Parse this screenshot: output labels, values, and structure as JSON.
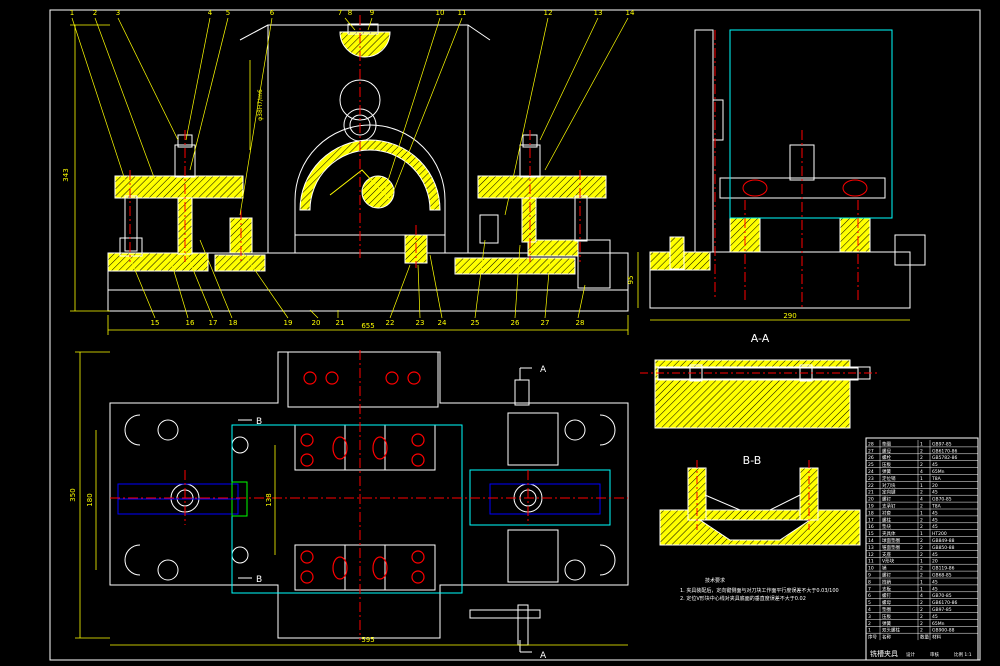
{
  "colors": {
    "background": "#000000",
    "frame": "#ffffff",
    "outline": "#ffffff",
    "hatch": "#ffff00",
    "center_line": "#ff0000",
    "hidden_line": "#00ffff",
    "dimension": "#ffff00",
    "blue_part": "#0000ff",
    "green_part": "#00ff00"
  },
  "balloons_top": [
    "1",
    "2",
    "3",
    "4",
    "5",
    "6",
    "7",
    "8",
    "9",
    "10",
    "11",
    "12",
    "13",
    "14"
  ],
  "balloons_bottom": [
    "15",
    "16",
    "17",
    "18",
    "19",
    "20",
    "21",
    "22",
    "23",
    "24",
    "25",
    "26",
    "27",
    "28"
  ],
  "section_labels": {
    "a_a": "A-A",
    "b_b": "B-B",
    "cut_a": "A",
    "cut_b": "B"
  },
  "dims": {
    "front_height": "343",
    "front_width": "655",
    "side_width": "290",
    "side_height": "95",
    "plan_width": "595",
    "plan_height": "350",
    "plan_inner": "180",
    "plan_center": "138",
    "bore": "φ38H7/m6"
  },
  "title_block": {
    "name": "铣槽夹具",
    "rows": [
      {
        "no": "28",
        "name": "垫圈",
        "qty": "1",
        "std": "GB97-85"
      },
      {
        "no": "27",
        "name": "螺母",
        "qty": "2",
        "std": "GB6170-86"
      },
      {
        "no": "26",
        "name": "螺栓",
        "qty": "2",
        "std": "GB5782-86"
      },
      {
        "no": "25",
        "name": "压板",
        "qty": "2",
        "std": "45"
      },
      {
        "no": "24",
        "name": "弹簧",
        "qty": "4",
        "std": "65Mn"
      },
      {
        "no": "23",
        "name": "定位销",
        "qty": "1",
        "std": "T8A"
      },
      {
        "no": "22",
        "name": "对刀块",
        "qty": "1",
        "std": "20"
      },
      {
        "no": "21",
        "name": "定向键",
        "qty": "2",
        "std": "45"
      },
      {
        "no": "20",
        "name": "螺钉",
        "qty": "4",
        "std": "GB70-85"
      },
      {
        "no": "19",
        "name": "支承钉",
        "qty": "2",
        "std": "T8A"
      },
      {
        "no": "18",
        "name": "衬套",
        "qty": "1",
        "std": "45"
      },
      {
        "no": "17",
        "name": "螺柱",
        "qty": "2",
        "std": "45"
      },
      {
        "no": "16",
        "name": "垫块",
        "qty": "2",
        "std": "45"
      },
      {
        "no": "15",
        "name": "夹具体",
        "qty": "1",
        "std": "HT200"
      },
      {
        "no": "14",
        "name": "球面垫圈",
        "qty": "2",
        "std": "GB849-88"
      },
      {
        "no": "13",
        "name": "锥面垫圈",
        "qty": "2",
        "std": "GB850-88"
      },
      {
        "no": "12",
        "name": "支座",
        "qty": "2",
        "std": "45"
      },
      {
        "no": "11",
        "name": "V形块",
        "qty": "1",
        "std": "20"
      },
      {
        "no": "10",
        "name": "销",
        "qty": "2",
        "std": "GB119-86"
      },
      {
        "no": "9",
        "name": "螺钉",
        "qty": "2",
        "std": "GB68-85"
      },
      {
        "no": "8",
        "name": "挡销",
        "qty": "1",
        "std": "45"
      },
      {
        "no": "7",
        "name": "支板",
        "qty": "1",
        "std": "45"
      },
      {
        "no": "6",
        "name": "螺钉",
        "qty": "4",
        "std": "GB70-85"
      },
      {
        "no": "5",
        "name": "螺母",
        "qty": "2",
        "std": "GB6170-86"
      },
      {
        "no": "4",
        "name": "垫圈",
        "qty": "2",
        "std": "GB97-85"
      },
      {
        "no": "3",
        "name": "压板",
        "qty": "2",
        "std": "45"
      },
      {
        "no": "2",
        "name": "弹簧",
        "qty": "2",
        "std": "65Mn"
      },
      {
        "no": "1",
        "name": "双头螺柱",
        "qty": "2",
        "std": "GB900-88"
      }
    ],
    "header": [
      "序号",
      "名称",
      "数量",
      "材料"
    ],
    "footer": [
      "设计",
      "审核",
      "比例 1:1"
    ]
  },
  "notes": {
    "heading": "技术要求",
    "lines": [
      "1. 夹具装配后，定向键侧面与对刀块工作面平行度误差不大于0.03/100",
      "2. 定位V形块中心线对夹具底面的垂直度误差不大于0.02"
    ]
  }
}
